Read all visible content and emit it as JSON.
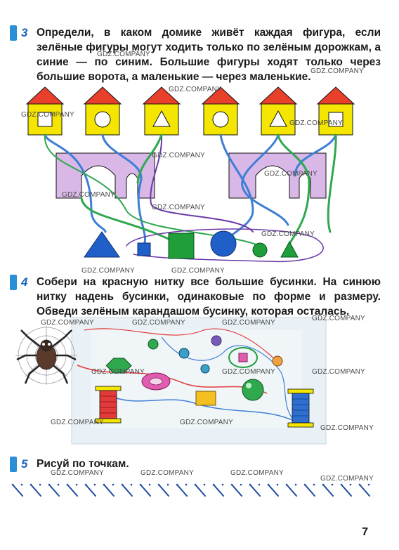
{
  "tasks": [
    {
      "number": "3",
      "text": "Определи, в каком домике живёт каждая фигура, если зелёные фигуры могут ходить только по зелёным дорожкам, а синие — по синим. Большие фигуры ходят только через большие ворота, а маленькие — через маленькие."
    },
    {
      "number": "4",
      "text": "Собери на красную нитку все большие бусинки. На синюю нитку надень бусинки, одинаковые по форме и размеру. Обведи зелёным карандашом бусинку, которая осталась."
    },
    {
      "number": "5",
      "text": "Рисуй по точкам."
    }
  ],
  "watermark": "GDZ.COMPANY",
  "page_number": "7",
  "colors": {
    "roof": "#e8402a",
    "house": "#f4e600",
    "gate": "#d9b8e8",
    "blue": "#1f5fc7",
    "green": "#1f9e3a",
    "accent": "#2a8fd6"
  },
  "houses": [
    {
      "symbol": "square"
    },
    {
      "symbol": "circle"
    },
    {
      "symbol": "triangle"
    },
    {
      "symbol": "circle"
    },
    {
      "symbol": "triangle"
    },
    {
      "symbol": "square"
    }
  ],
  "figures": [
    {
      "shape": "triangle",
      "color": "blue",
      "size": "big"
    },
    {
      "shape": "square",
      "color": "blue",
      "size": "small"
    },
    {
      "shape": "square",
      "color": "green",
      "size": "big"
    },
    {
      "shape": "circle",
      "color": "blue",
      "size": "big"
    },
    {
      "shape": "circle",
      "color": "green",
      "size": "small"
    },
    {
      "shape": "triangle",
      "color": "green",
      "size": "small"
    }
  ]
}
